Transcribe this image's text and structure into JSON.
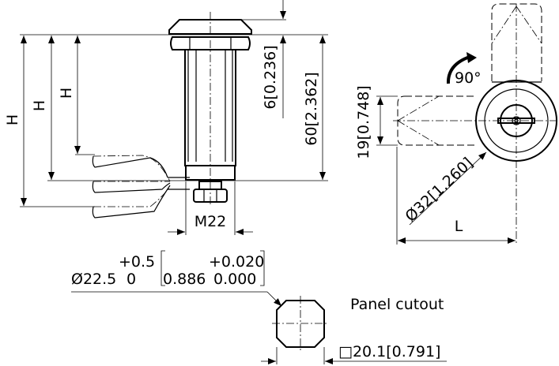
{
  "side_view": {
    "h_labels": [
      "H",
      "H",
      "H"
    ],
    "cap_height": "6[0.236]",
    "length": "60[2.362]",
    "thread": "M22"
  },
  "front_view": {
    "width_dim": "19[0.748]",
    "rotation": "90°",
    "diameter": "Ø32[1.260]",
    "lever_length": "L"
  },
  "cutout": {
    "diameter": "Ø22.5",
    "tol_upper": "+0.5",
    "tol_lower": "0",
    "inch_nominal": "0.886",
    "inch_upper": "+0.020",
    "inch_lower": "0.000",
    "title": "Panel cutout",
    "square": "□20.1[0.791]"
  }
}
